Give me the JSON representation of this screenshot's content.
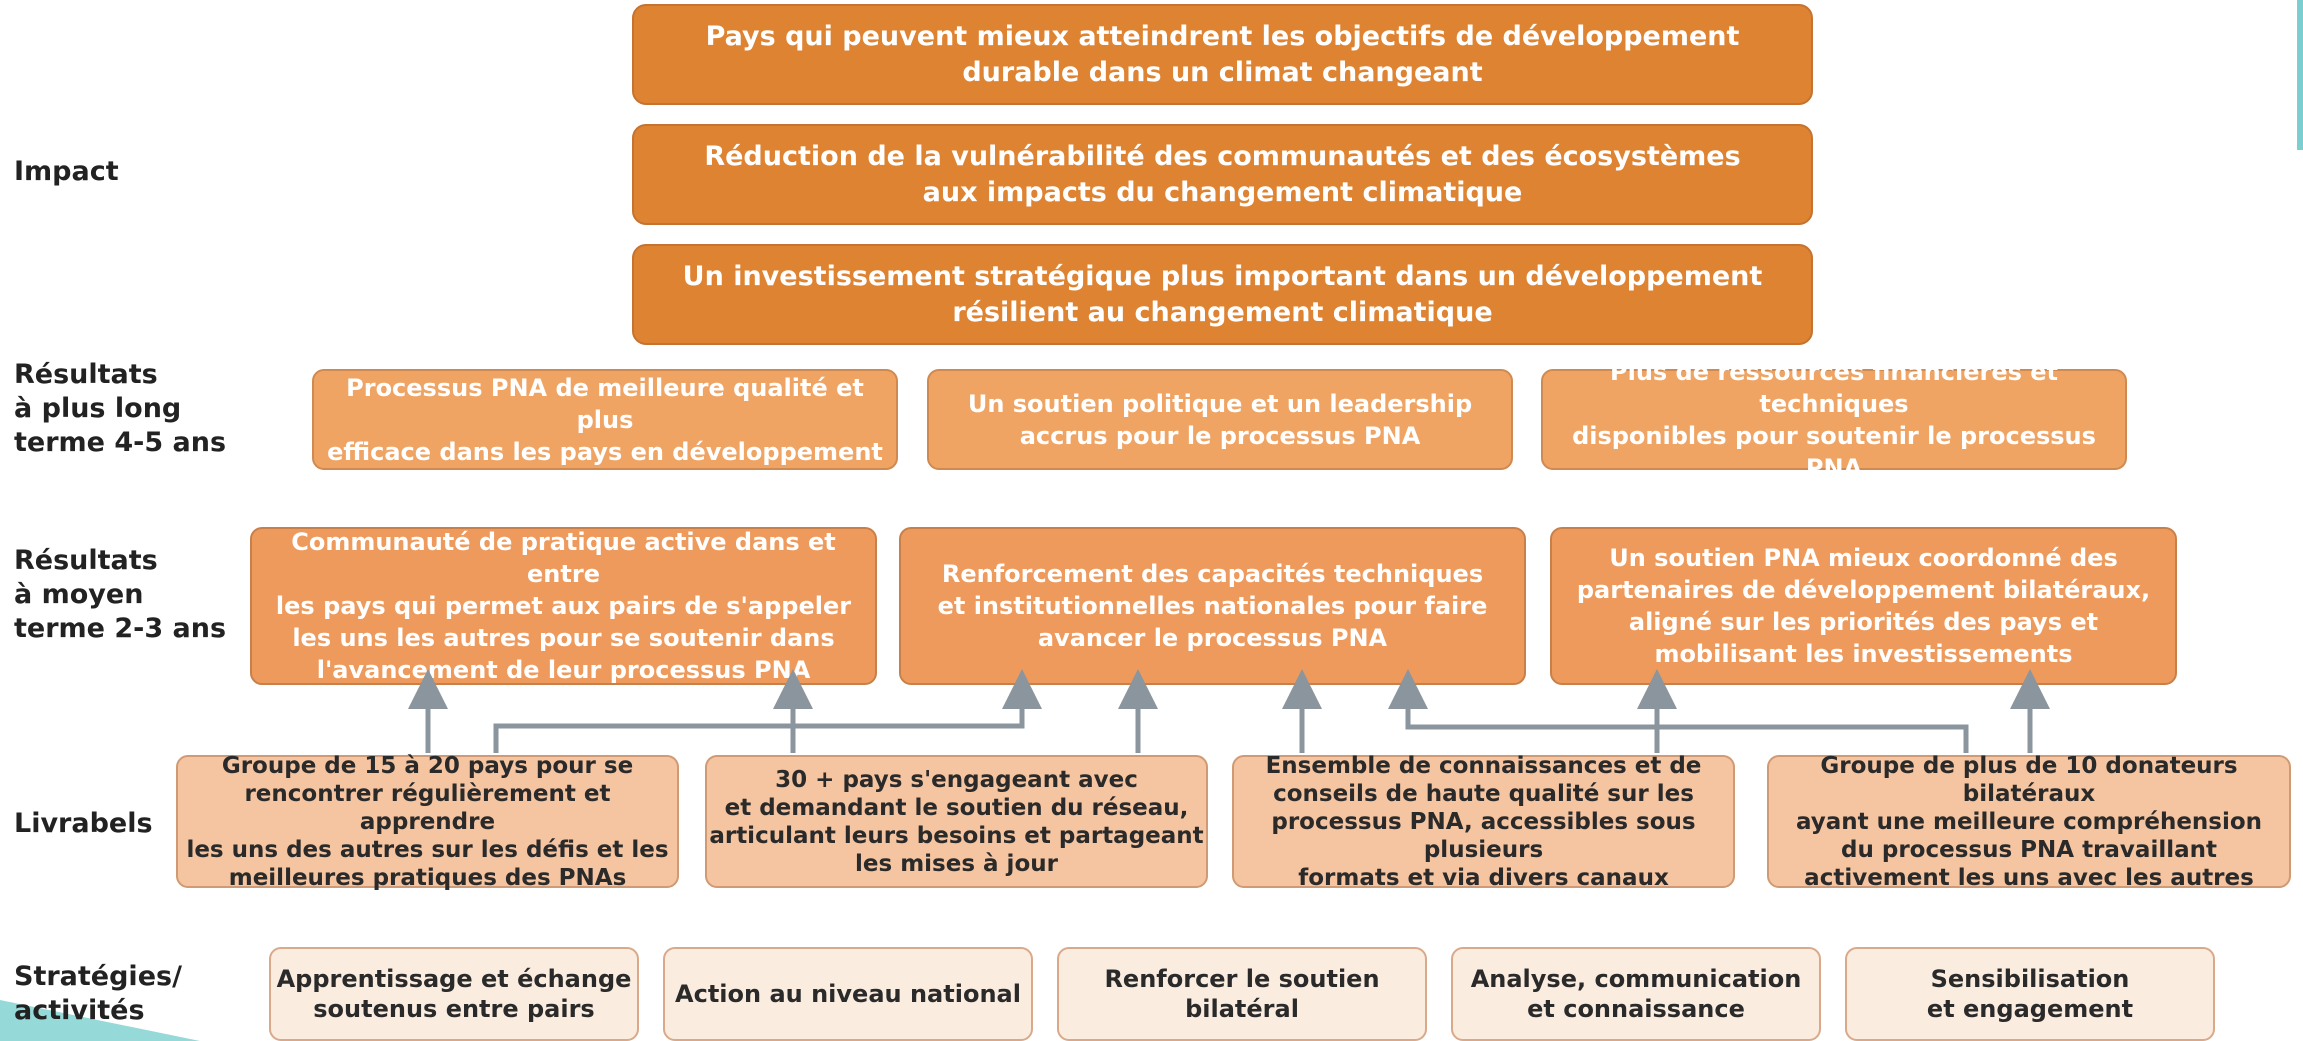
{
  "row_labels": {
    "impact": "Impact",
    "long_term": "Résultats\nà plus long\nterme 4-5 ans",
    "mid_term": "Résultats\nà moyen\nterme 2-3 ans",
    "deliverables": "Livrabels",
    "strategies": "Stratégies/\nactivités"
  },
  "impact_boxes": [
    "Pays qui peuvent mieux atteindrent les objectifs de développement\ndurable dans un climat changeant",
    "Réduction de la vulnérabilité des communautés et des écosystèmes\naux impacts du changement climatique",
    "Un investissement stratégique plus important dans un développement\nrésilient au changement climatique"
  ],
  "long_term_boxes": [
    "Processus PNA de meilleure qualité et plus\nefficace dans les pays en développement",
    "Un soutien politique et un leadership\naccrus pour le processus PNA",
    "Plus de ressources financières et techniques\ndisponibles pour soutenir le processus PNA"
  ],
  "mid_term_boxes": [
    "Communauté de pratique active dans et entre\nles pays qui permet aux pairs de s'appeler\nles uns les autres pour se soutenir dans\nl'avancement de leur processus PNA",
    "Renforcement des capacités techniques\net institutionnelles nationales pour faire\navancer le processus PNA",
    "Un soutien PNA mieux coordonné des\npartenaires de développement bilatéraux,\naligné sur les priorités des pays et\nmobilisant les investissements"
  ],
  "deliverable_boxes": [
    "Groupe de 15 à 20 pays pour se\nrencontrer régulièrement et apprendre\nles uns des autres sur les défis et les\nmeilleures pratiques des PNAs",
    "30 + pays s'engageant avec\net demandant le soutien du réseau,\narticulant leurs besoins et partageant\nles mises à jour",
    "Ensemble de connaissances et de\nconseils de haute qualité sur les\nprocessus PNA, accessibles sous plusieurs\nformats et via divers canaux",
    "Groupe de plus de 10 donateurs bilatéraux\nayant une meilleure compréhension\ndu processus PNA travaillant\nactivement les uns avec les autres"
  ],
  "strategy_boxes": [
    "Apprentissage et échange\nsoutenus entre pairs",
    "Action au niveau national",
    "Renforcer le soutien\nbilatéral",
    "Analyse, communication\net connaissance",
    "Sensibilisation\net engagement"
  ],
  "colors": {
    "impact": "#de8331",
    "long_term": "#efa464",
    "mid_term": "#ee9a5c",
    "deliverables": "#f5c4a0",
    "strategies": "#fbece0",
    "arrows": "#8a959e",
    "accent_teal": "#7ccfd0"
  }
}
